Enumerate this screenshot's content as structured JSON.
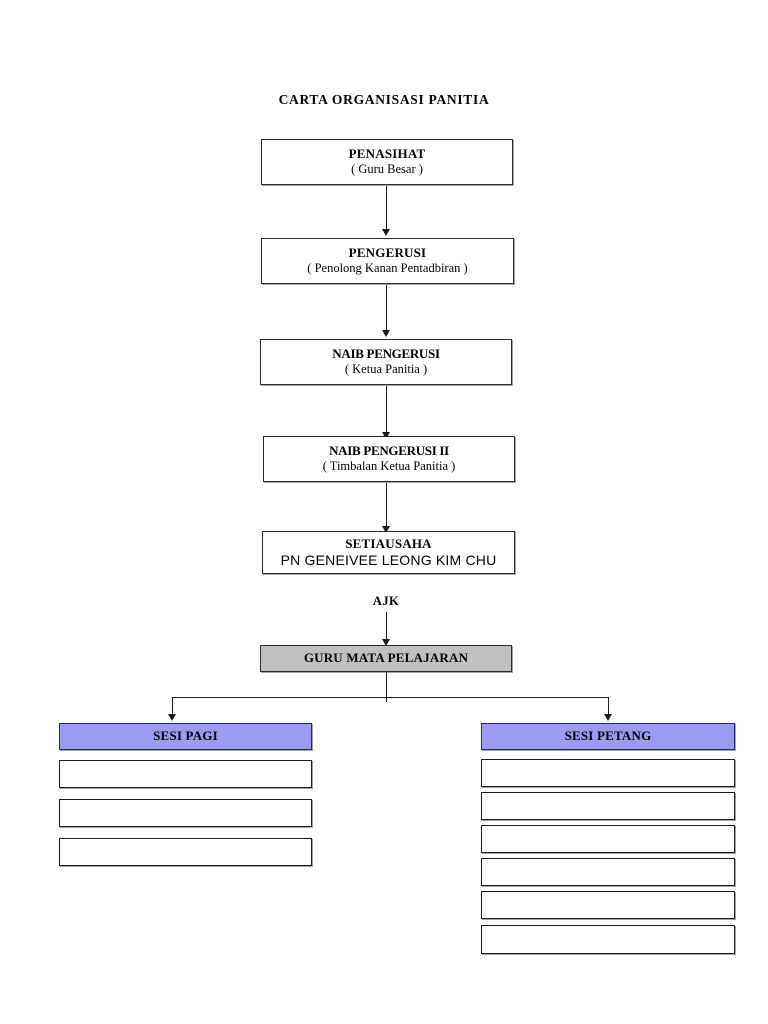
{
  "chart": {
    "title": "CARTA ORGANISASI PANITIA",
    "hierarchy": [
      {
        "id": "penasihat",
        "title": "PENASIHAT",
        "subtitle": "( Guru Besar )"
      },
      {
        "id": "pengerusi",
        "title": "PENGERUSI",
        "subtitle": "( Penolong Kanan Pentadbiran )"
      },
      {
        "id": "naib-pengerusi",
        "title": "NAIB PENGERUSI",
        "subtitle": "( Ketua Panitia )"
      },
      {
        "id": "naib-pengerusi-2",
        "title": "NAIB PENGERUSI II",
        "subtitle": "( Timbalan Ketua Panitia )"
      },
      {
        "id": "setiausaha",
        "title": "SETIAUSAHA",
        "subtitle": "PN GENEIVEE LEONG KIM CHU"
      }
    ],
    "ajk_label": "AJK",
    "subject_teachers": {
      "label": "GURU MATA PELAJARAN",
      "fill_color": "#c0c0c0"
    },
    "sessions": [
      {
        "id": "sesi-pagi",
        "label": "SESI PAGI",
        "fill_color": "#9b9bf2",
        "member_slots": [
          "",
          "",
          ""
        ]
      },
      {
        "id": "sesi-petang",
        "label": "SESI PETANG",
        "fill_color": "#9b9bf2",
        "member_slots": [
          "",
          "",
          "",
          "",
          "",
          ""
        ]
      }
    ]
  }
}
